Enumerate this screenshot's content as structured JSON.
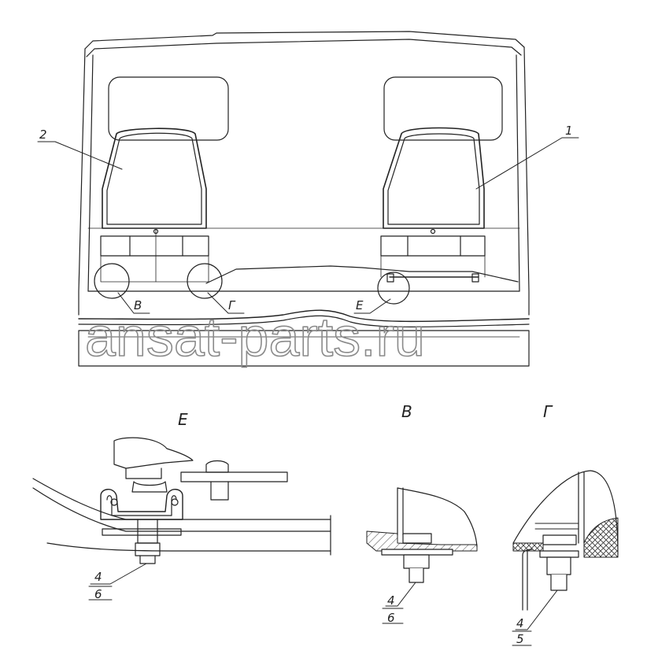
{
  "watermark": "ansat-parts.ru",
  "labels": {
    "seat_right": "1",
    "seat_left": "2",
    "callout_b": "В",
    "callout_g": "Г",
    "callout_e": "Е"
  },
  "views": {
    "e": {
      "title": "Е",
      "num_top": "4",
      "num_bottom": "6"
    },
    "b": {
      "title": "В",
      "num_top": "4",
      "num_bottom": "6"
    },
    "g": {
      "title": "Г",
      "num_top": "4",
      "num_bottom": "5"
    }
  },
  "colors": {
    "line": "#222222",
    "watermark": "#8a8a8a"
  }
}
